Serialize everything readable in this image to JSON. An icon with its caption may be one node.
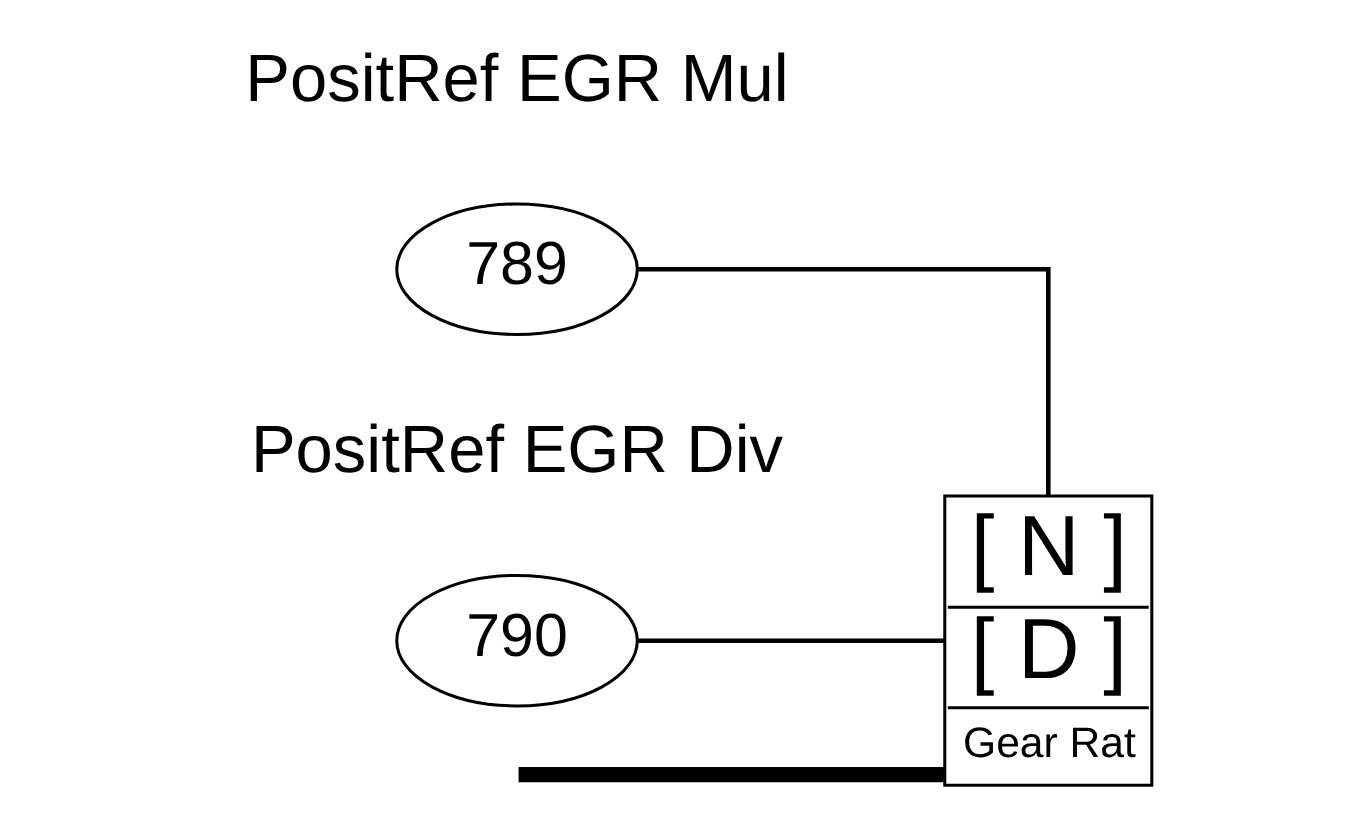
{
  "diagram": {
    "nodes": [
      {
        "text": [
          "[ N ]",
          "[ D ]",
          "Gear Rat"
        ]
      },
      {
        "text": [
          "789"
        ],
        "beside": [
          "PositRef EGR Mul"
        ]
      },
      {
        "text": [
          "790"
        ],
        "beside": [
          "PositRef EGR Div"
        ]
      }
    ],
    "edges": [
      {
        "from": null,
        "to": 0,
        "arrow": "none",
        "style": "thick"
      },
      {
        "from": 1,
        "to": 0,
        "arrow": "none"
      },
      {
        "from": 2,
        "to": 0,
        "arrow": "none"
      }
    ]
  }
}
